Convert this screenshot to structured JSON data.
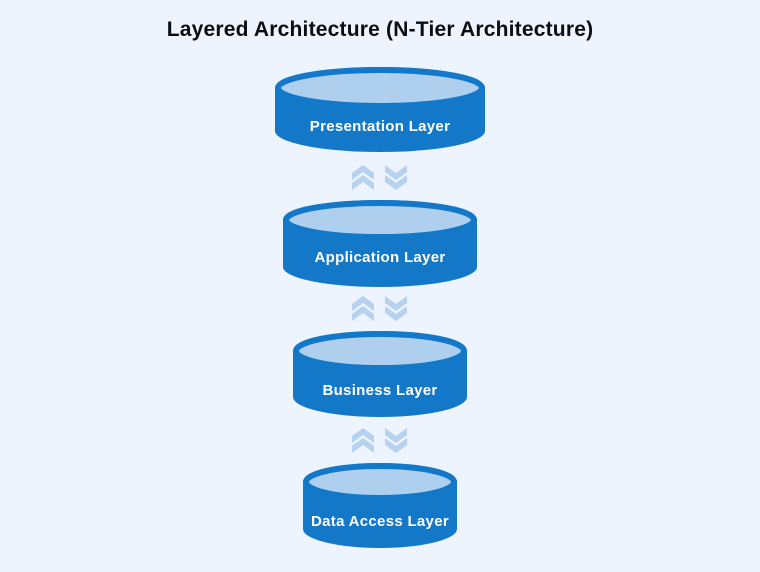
{
  "title": "Layered Architecture (N-Tier Architecture)",
  "layers": [
    {
      "label": "Presentation Layer"
    },
    {
      "label": "Application Layer"
    },
    {
      "label": "Business Layer"
    },
    {
      "label": "Data Access Layer"
    }
  ],
  "connectors": {
    "up_icon": "chevron-double-up",
    "down_icon": "chevron-double-down",
    "count": 3
  },
  "colors": {
    "background": "#edf4fe",
    "cylinder_body": "#1478c9",
    "cylinder_top_fill": "#aed0ee",
    "chevron": "#b6d2ef",
    "title_text": "#0b0e11",
    "label_text": "#ffffff"
  }
}
